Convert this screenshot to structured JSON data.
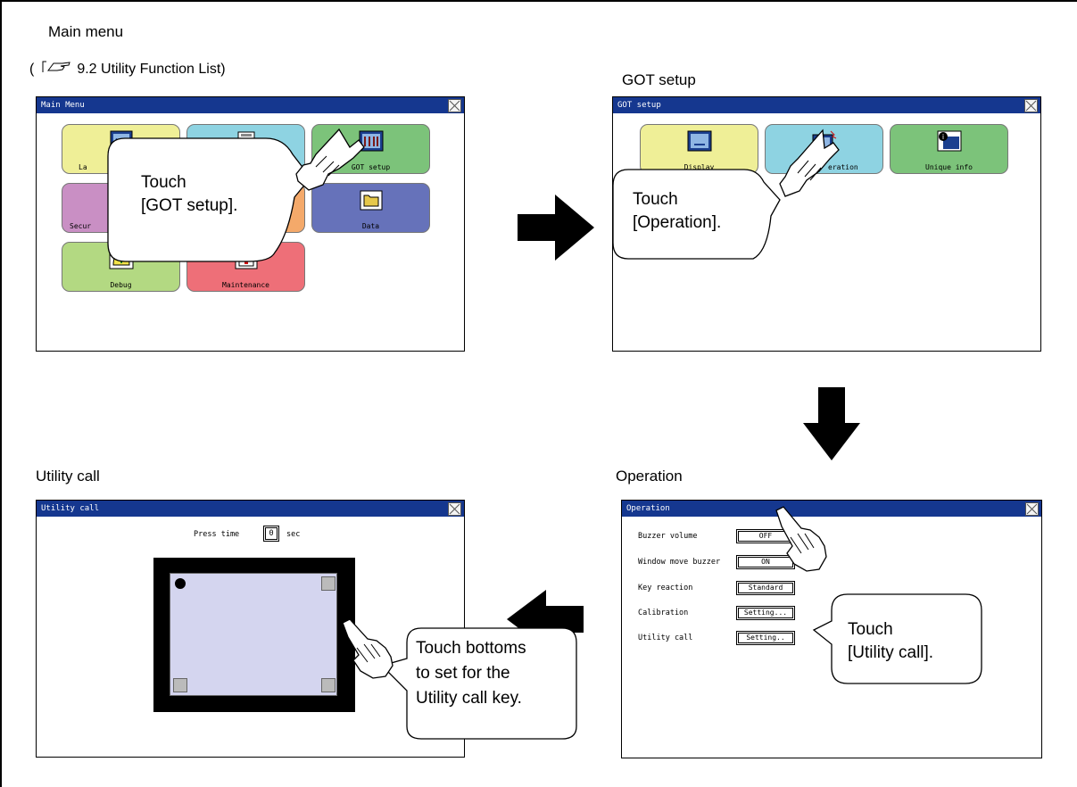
{
  "captions": {
    "main_menu": "Main menu",
    "got_setup": "GOT setup",
    "operation": "Operation",
    "utility_call": "Utility call",
    "reference_open": "(",
    "reference": "9.2 Utility Function List)"
  },
  "main_menu_screen": {
    "title": "Main Menu",
    "tiles": [
      {
        "label": "La",
        "color": "#efef97",
        "icon": "abc-icon"
      },
      {
        "label": "",
        "color": "#8ed3e2",
        "icon": "connection-icon"
      },
      {
        "label": "GOT setup",
        "color": "#7cc37a",
        "icon": "got-setup-icon"
      },
      {
        "label": "Secur",
        "color": "#c98fc4",
        "icon": "security-icon"
      },
      {
        "label": "",
        "color": "#f4a96a",
        "icon": "monitor-icon"
      },
      {
        "label": "Data",
        "color": "#6672ba",
        "icon": "folder-icon"
      },
      {
        "label": "Debug",
        "color": "#b3d982",
        "icon": "debug-icon"
      },
      {
        "label": "Maintenance",
        "color": "#ee6f78",
        "icon": "maintenance-icon"
      }
    ]
  },
  "got_setup_screen": {
    "title": "GOT setup",
    "tiles": [
      {
        "label": "Display",
        "color": "#efef97",
        "icon": "display-icon"
      },
      {
        "label": "eration",
        "color": "#8ed3e2",
        "icon": "operation-icon"
      },
      {
        "label": "Unique info",
        "color": "#7cc37a",
        "icon": "info-icon"
      }
    ]
  },
  "operation_screen": {
    "title": "Operation",
    "rows": [
      {
        "label": "Buzzer volume",
        "value": "OFF"
      },
      {
        "label": "Window move buzzer",
        "value": "ON"
      },
      {
        "label": "Key reaction",
        "value": "Standard"
      },
      {
        "label": "Calibration",
        "value": "Setting..."
      },
      {
        "label": "Utility call",
        "value": "Setting.."
      }
    ]
  },
  "utility_screen": {
    "title": "Utility call",
    "press_time_label": "Press time",
    "press_time_value": "0",
    "press_time_unit": "sec"
  },
  "callouts": {
    "got_setup": [
      "Touch",
      "[GOT setup]."
    ],
    "operation": [
      "Touch",
      "[Operation]."
    ],
    "utility_call": [
      "Touch",
      "[Utility call]."
    ],
    "bottoms": [
      "Touch bottoms",
      "to set for the",
      "Utility call key."
    ]
  },
  "colors": {
    "titlebar": "#15378f",
    "panel_background": "#d4d5ef",
    "flow_arrow": "#000000"
  }
}
